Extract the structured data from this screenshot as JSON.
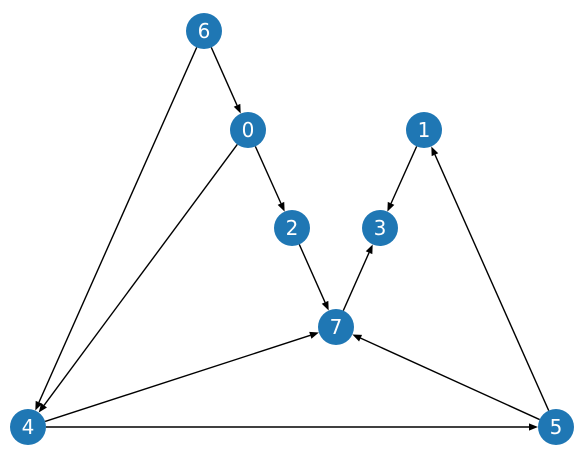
{
  "graph": {
    "node_color": "#1f77b4",
    "label_color": "#ffffff",
    "edge_color": "#000000",
    "directed": true,
    "nodes": [
      {
        "id": "6",
        "label": "6"
      },
      {
        "id": "0",
        "label": "0"
      },
      {
        "id": "1",
        "label": "1"
      },
      {
        "id": "2",
        "label": "2"
      },
      {
        "id": "3",
        "label": "3"
      },
      {
        "id": "7",
        "label": "7"
      },
      {
        "id": "4",
        "label": "4"
      },
      {
        "id": "5",
        "label": "5"
      }
    ],
    "edges": [
      {
        "from": "6",
        "to": "0"
      },
      {
        "from": "6",
        "to": "4"
      },
      {
        "from": "0",
        "to": "2"
      },
      {
        "from": "0",
        "to": "4"
      },
      {
        "from": "2",
        "to": "7"
      },
      {
        "from": "7",
        "to": "3"
      },
      {
        "from": "1",
        "to": "3"
      },
      {
        "from": "4",
        "to": "7"
      },
      {
        "from": "4",
        "to": "5"
      },
      {
        "from": "5",
        "to": "7"
      },
      {
        "from": "5",
        "to": "1"
      }
    ]
  }
}
